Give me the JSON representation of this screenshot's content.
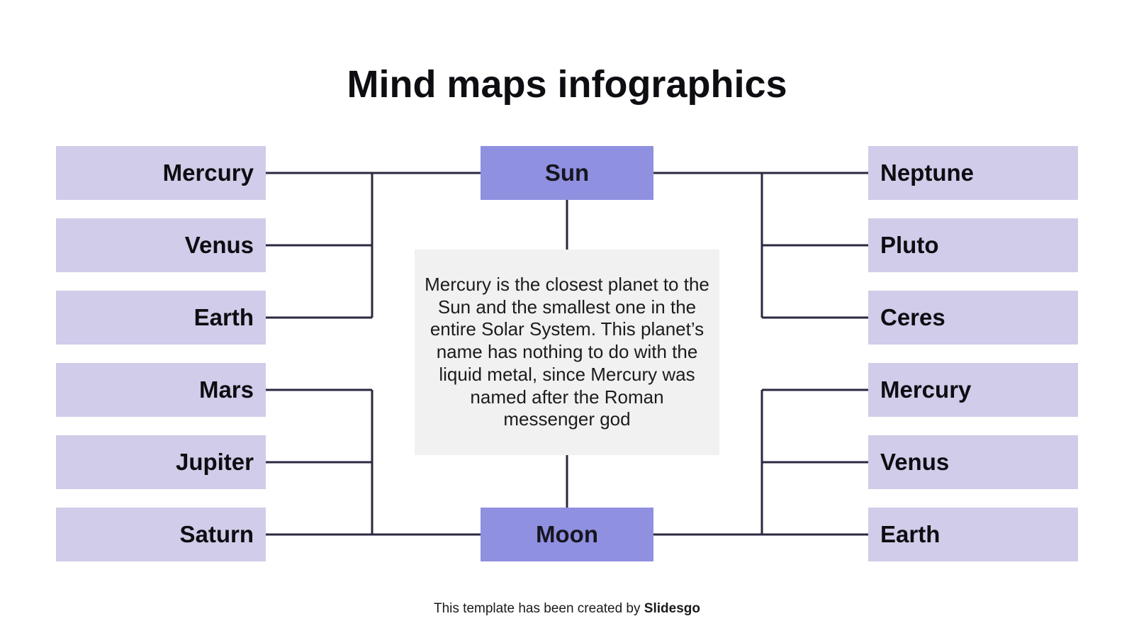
{
  "title": "Mind maps infographics",
  "center": {
    "sun_label": "Sun",
    "moon_label": "Moon",
    "description": "Mercury is the closest planet to the Sun and the smallest one in the entire Solar System. This planet’s name has nothing to do with the liquid metal, since Mercury was named after the Roman messenger god"
  },
  "left_nodes": [
    {
      "label": "Mercury"
    },
    {
      "label": "Venus"
    },
    {
      "label": "Earth"
    },
    {
      "label": "Mars"
    },
    {
      "label": "Jupiter"
    },
    {
      "label": "Saturn"
    }
  ],
  "right_nodes": [
    {
      "label": "Neptune"
    },
    {
      "label": "Pluto"
    },
    {
      "label": "Ceres"
    },
    {
      "label": "Mercury"
    },
    {
      "label": "Venus"
    },
    {
      "label": "Earth"
    }
  ],
  "footer": {
    "text": "This template has been created by ",
    "brand": "Slidesgo"
  },
  "colors": {
    "bg": "#ffffff",
    "light-node": "#d0cce9",
    "accent-node": "#8f90e0",
    "line": "#2b2840",
    "ink": "#0d0d12",
    "desc-bg": "#f1f1f1",
    "desc-ink": "#1c1c1e"
  }
}
